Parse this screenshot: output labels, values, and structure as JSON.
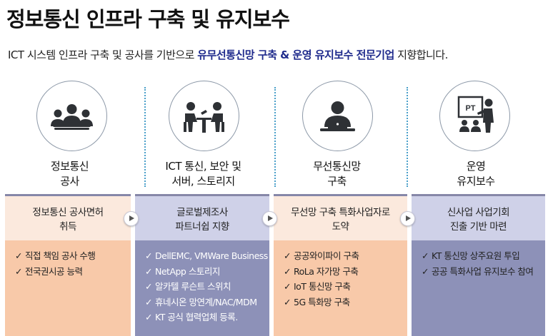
{
  "title": "정보통신 인프라 구축 및 유지보수",
  "subtitle": {
    "prefix": "ICT 시스템 인프라 구축 및 공사를 기반으로 ",
    "highlight": "유무선통신망 구축 & 운영 유지보수 전문기업",
    "suffix": " 지향합니다."
  },
  "columns": [
    {
      "icon": "meeting-people-icon",
      "name_line1": "정보통신",
      "name_line2": "공사",
      "band_line1": "정보통신 공사면허",
      "band_line2": "취득",
      "items": [
        "직접 책임 공사 수행",
        "전국권시공 능력"
      ]
    },
    {
      "icon": "business-meeting-icon",
      "name_line1": "ICT 통신, 보안 및",
      "name_line2": "서버, 스토리지",
      "band_line1": "글로벌제조사",
      "band_line2": "파트너쉽 지향",
      "items": [
        "DellEMC, VMWare Business",
        "NetApp 스토리지",
        "알카텔 루슨트 스위치",
        "휴네시온 망연계/NAC/MDM",
        "KT 공식 협력업체 등록."
      ]
    },
    {
      "icon": "laptop-user-icon",
      "name_line1": "무선통신망",
      "name_line2": "구축",
      "band_line1": "무선망 구축 특화사업자로",
      "band_line2": "도약",
      "items": [
        "공공와이파이 구축",
        "RoLa 자가망 구축",
        "IoT 통신망 구축",
        "5G 특화망 구축"
      ]
    },
    {
      "icon": "presentation-icon",
      "name_line1": "운영",
      "name_line2": "유지보수",
      "band_line1": "신사업 사업기회",
      "band_line2": "진출 기반 마련",
      "items": [
        "KT 통신망 상주요원 투입",
        "공공 특화사업 유지보수 참여"
      ]
    }
  ],
  "presentation_board_text": "PT",
  "check_mark": "✓",
  "colors": {
    "highlight": "#1e2a8c",
    "peach": "#fbe9dd",
    "peach_dark": "#f8c9a9",
    "lavender": "#cfd1e8",
    "lavender_dark": "#8d91b8",
    "divider": "#4a9fc9"
  }
}
